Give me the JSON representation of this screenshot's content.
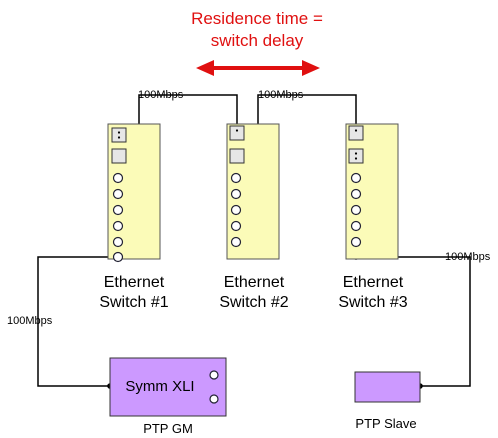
{
  "title": {
    "line1": "Residence time =",
    "line2": "switch delay",
    "color": "#e01010"
  },
  "colors": {
    "switch_fill": "#fbfbb8",
    "gm_fill": "#cc99ff",
    "slave_fill": "#cc99ff",
    "link": "#000000"
  },
  "links": {
    "switch1_to_switch2": "100Mbps",
    "switch2_to_switch3": "100Mbps",
    "switch3_to_slave": "100Mbps",
    "gm_to_switch1": "100Mbps"
  },
  "switches": [
    {
      "line1": "Ethernet",
      "line2": "Switch #1"
    },
    {
      "line1": "Ethernet",
      "line2": "Switch #2"
    },
    {
      "line1": "Ethernet",
      "line2": "Switch #3"
    }
  ],
  "grandmaster": {
    "label": "Symm XLI",
    "caption": "PTP GM"
  },
  "slave": {
    "caption": "PTP Slave"
  },
  "icons": {
    "double_arrow": "double-arrow-icon",
    "console_port": "console-port-icon",
    "ethernet_port": "ethernet-port-icon"
  }
}
